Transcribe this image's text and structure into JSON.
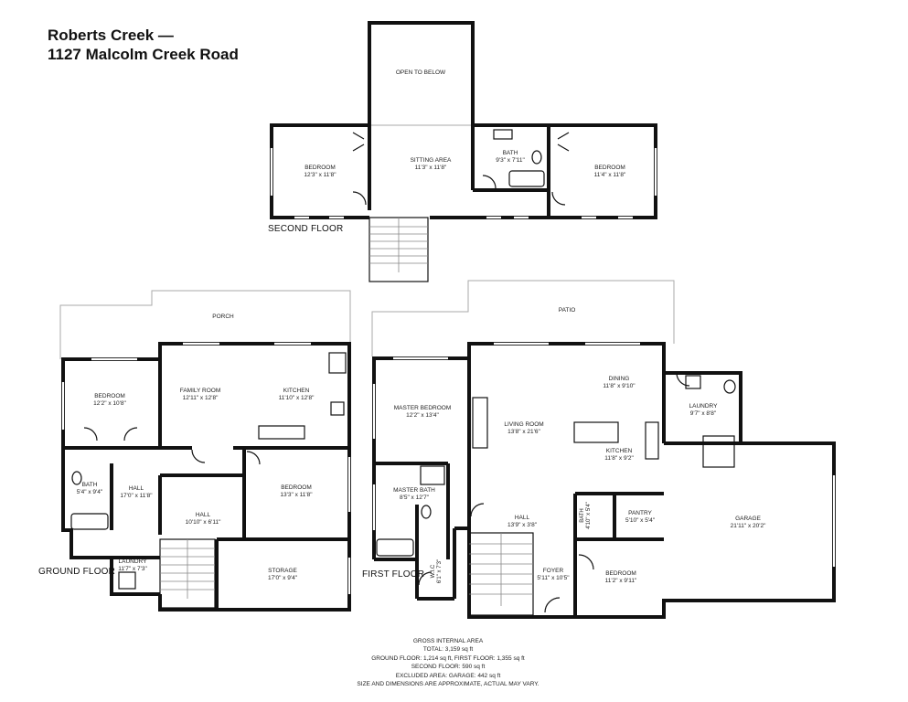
{
  "header": {
    "line1": "Roberts Creek —",
    "line2": "1127 Malcolm Creek Road"
  },
  "floors": {
    "second": "SECOND FLOOR",
    "ground": "GROUND FLOOR",
    "first": "FIRST FLOOR"
  },
  "rooms": {
    "open_to_below": {
      "name": "OPEN TO BELOW"
    },
    "bedroom_2a": {
      "name": "BEDROOM",
      "dims": "12'3\" x 11'8\""
    },
    "sitting_area": {
      "name": "SITTING AREA",
      "dims": "11'3\" x 11'8\""
    },
    "bath_2": {
      "name": "BATH",
      "dims": "9'3\" x 7'11\""
    },
    "bedroom_2b": {
      "name": "BEDROOM",
      "dims": "11'4\" x 11'8\""
    },
    "porch": {
      "name": "PORCH"
    },
    "patio": {
      "name": "PATIO"
    },
    "bedroom_g1": {
      "name": "BEDROOM",
      "dims": "12'2\" x 10'8\""
    },
    "family_room": {
      "name": "FAMILY ROOM",
      "dims": "12'11\" x 12'8\""
    },
    "kitchen_g": {
      "name": "KITCHEN",
      "dims": "11'10\" x 12'8\""
    },
    "bath_g": {
      "name": "BATH",
      "dims": "5'4\" x 9'4\""
    },
    "hall_g1": {
      "name": "HALL",
      "dims": "17'0\" x 11'8\""
    },
    "hall_g2": {
      "name": "HALL",
      "dims": "10'10\" x 6'11\""
    },
    "bedroom_g2": {
      "name": "BEDROOM",
      "dims": "13'3\" x 11'8\""
    },
    "laundry_g": {
      "name": "LAUNDRY",
      "dims": "11'7\" x 7'3\""
    },
    "storage": {
      "name": "STORAGE",
      "dims": "17'0\" x 9'4\""
    },
    "master_bedroom": {
      "name": "MASTER BEDROOM",
      "dims": "12'2\" x 13'4\""
    },
    "master_bath": {
      "name": "MASTER BATH",
      "dims": "8'5\" x 12'7\""
    },
    "wic": {
      "name": "W.I.C",
      "dims": "6'1\" x 7'3\""
    },
    "living_room": {
      "name": "LIVING ROOM",
      "dims": "13'8\" x 21'6\""
    },
    "dining": {
      "name": "DINING",
      "dims": "11'8\" x 9'10\""
    },
    "kitchen_f": {
      "name": "KITCHEN",
      "dims": "11'8\" x 9'2\""
    },
    "laundry_f": {
      "name": "LAUNDRY",
      "dims": "9'7\" x 8'8\""
    },
    "hall_f": {
      "name": "HALL",
      "dims": "13'9\" x 3'8\""
    },
    "bath_f": {
      "name": "BATH",
      "dims": "4'10\" x 5'4\""
    },
    "pantry": {
      "name": "PANTRY",
      "dims": "5'10\" x 5'4\""
    },
    "garage": {
      "name": "GARAGE",
      "dims": "21'11\" x 20'2\""
    },
    "foyer": {
      "name": "FOYER",
      "dims": "5'11\" x 10'5\""
    },
    "bedroom_f": {
      "name": "BEDROOM",
      "dims": "11'2\" x 9'11\""
    }
  },
  "area_notes": {
    "heading": "GROSS INTERNAL AREA",
    "total": "TOTAL: 3,159 sq ft",
    "ground_first": "GROUND FLOOR: 1,214 sq ft,  FIRST FLOOR: 1,355 sq ft",
    "second": "SECOND FLOOR: 590 sq ft",
    "excluded": "EXCLUDED AREA: GARAGE: 442 sq ft",
    "disclaimer": "SIZE AND DIMENSIONS ARE APPROXIMATE, ACTUAL MAY VARY."
  },
  "colors": {
    "wall": "#111111",
    "thin_line": "#9a9a9a",
    "window": "#555555",
    "background": "#ffffff"
  }
}
